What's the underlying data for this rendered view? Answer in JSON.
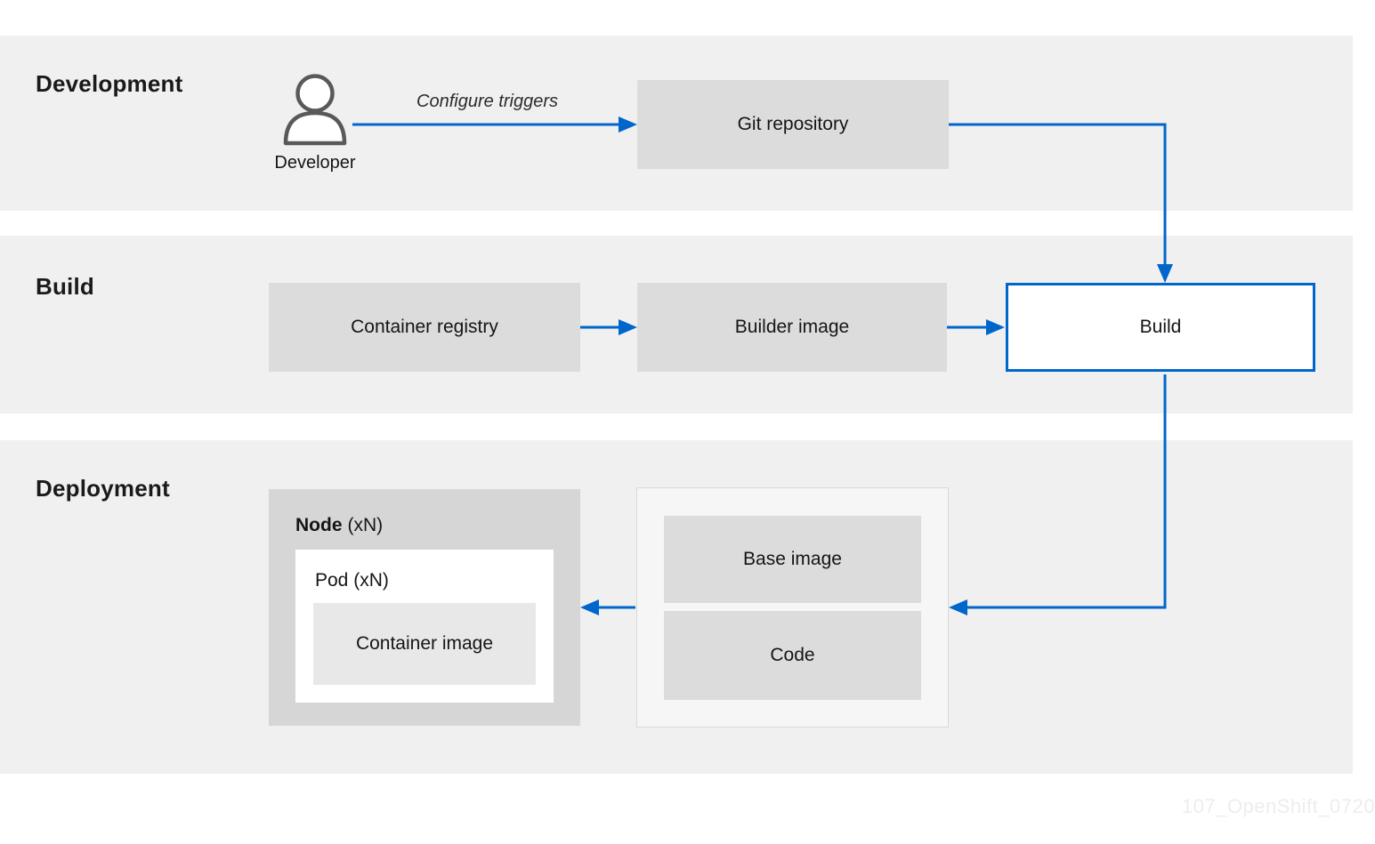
{
  "sections": {
    "development": {
      "label": "Development"
    },
    "build": {
      "label": "Build"
    },
    "deployment": {
      "label": "Deployment"
    }
  },
  "development": {
    "developer_label": "Developer",
    "arrow_label": "Configure triggers",
    "git_repository": "Git repository"
  },
  "build": {
    "container_registry": "Container registry",
    "builder_image": "Builder image",
    "build_box": "Build"
  },
  "deployment": {
    "node_name": "Node",
    "node_count": "(xN)",
    "pod_label": "Pod (xN)",
    "container_image": "Container image",
    "base_image": "Base image",
    "code": "Code"
  },
  "watermark": "107_OpenShift_0720",
  "colors": {
    "band_background": "#f0f0f0",
    "box_gray": "#dcdcdc",
    "node_gray": "#d6d6d6",
    "container_image_gray": "#e8e8e8",
    "arrow_blue": "#0066cc",
    "build_border_blue": "#0066cc",
    "text": "#151515",
    "icon_stroke": "#58595b",
    "group_background": "#f6f6f6",
    "group_border": "#d9d9d9",
    "watermark_color": "#ededed"
  }
}
